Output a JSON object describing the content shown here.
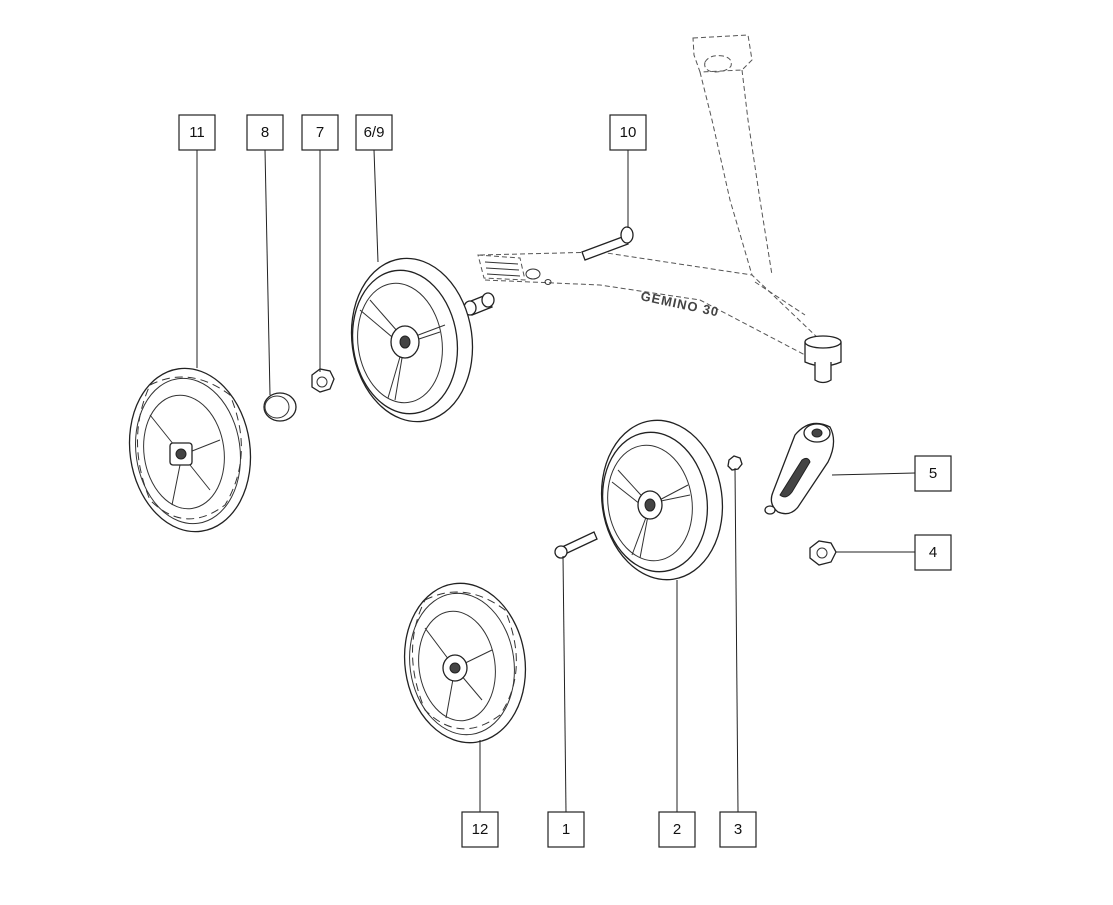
{
  "callouts": {
    "c11": "11",
    "c8": "8",
    "c7": "7",
    "c69": "6/9",
    "c10": "10",
    "c5": "5",
    "c4": "4",
    "c12": "12",
    "c1": "1",
    "c2": "2",
    "c3": "3"
  },
  "frame_label": "GEMINO 30"
}
